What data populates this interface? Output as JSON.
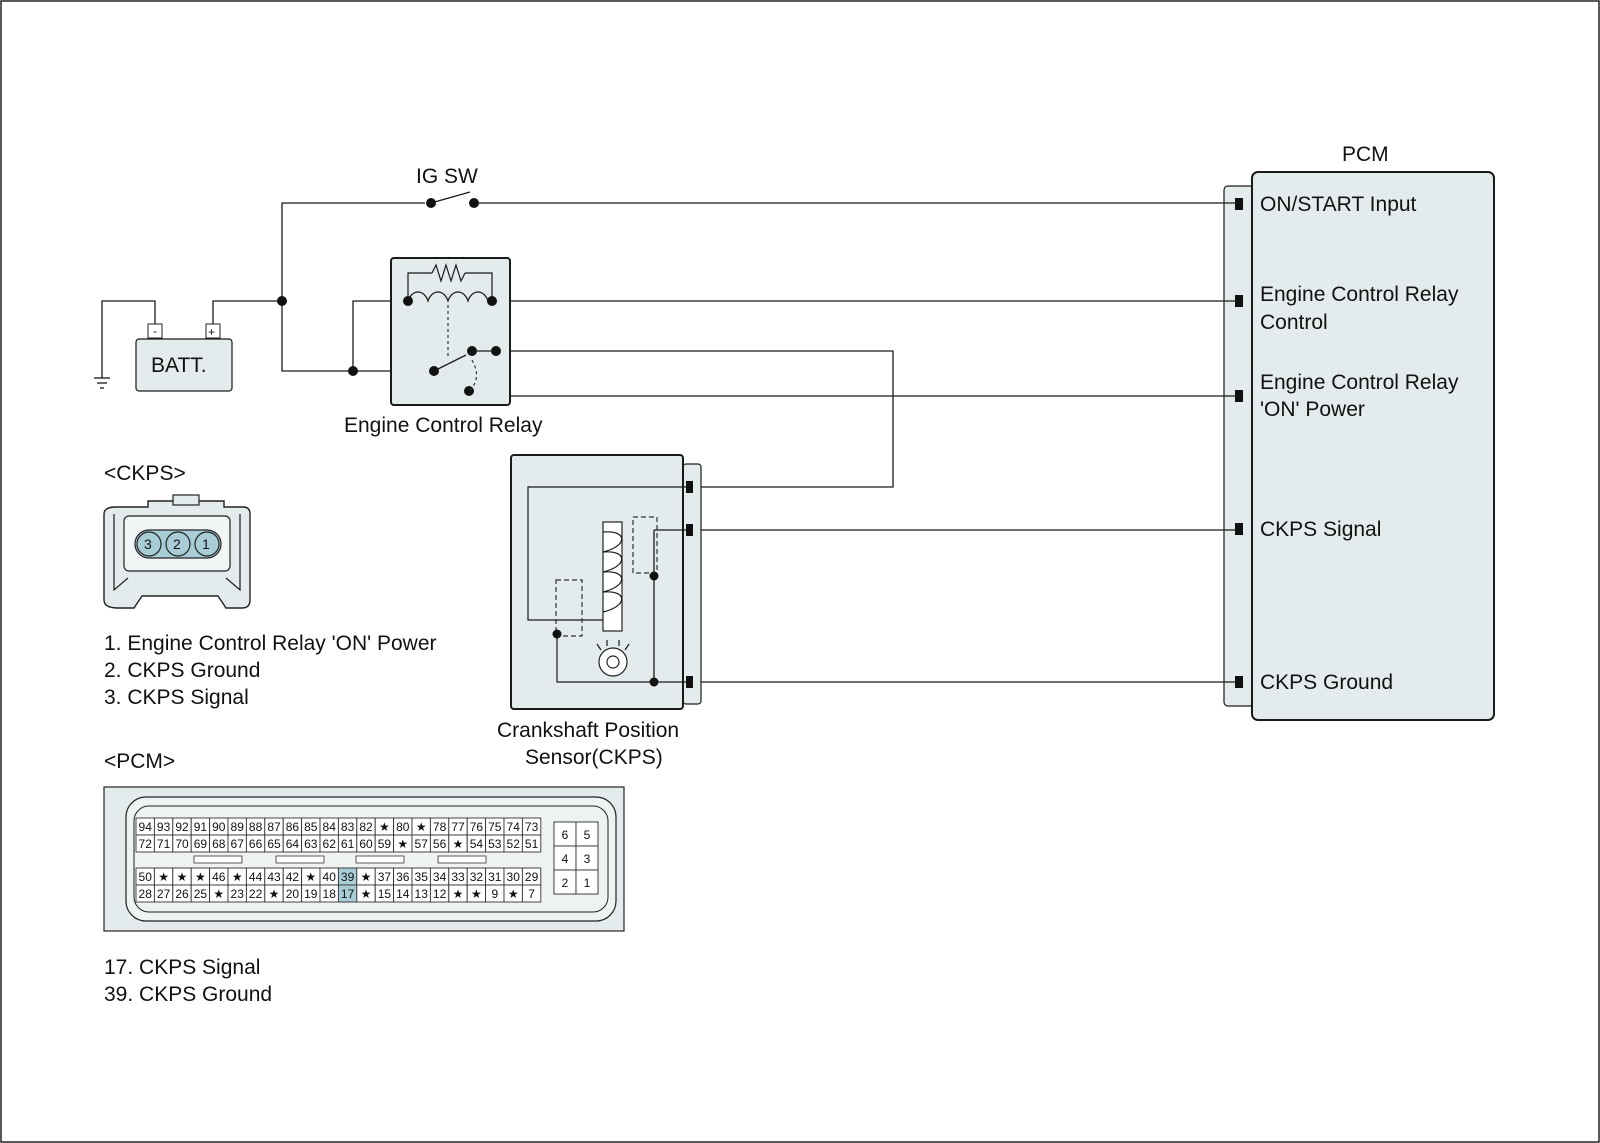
{
  "labels": {
    "pcm": "PCM",
    "ig_sw": "IG SW",
    "batt": "BATT.",
    "batt_minus": "-",
    "batt_plus": "+",
    "relay": "Engine Control Relay",
    "ckps_sensor_line1": "Crankshaft Position",
    "ckps_sensor_line2": "Sensor(CKPS)",
    "ckps_connector_title": "<CKPS>",
    "pcm_connector_title": "<PCM>"
  },
  "pcm_pins": {
    "on_start": "ON/START Input",
    "relay_control_1": "Engine Control Relay",
    "relay_control_2": "Control",
    "relay_on_1": "Engine Control Relay",
    "relay_on_2": "'ON' Power",
    "ckps_signal": "CKPS Signal",
    "ckps_ground": "CKPS Ground"
  },
  "ckps_connector": {
    "pins": [
      "3",
      "2",
      "1"
    ],
    "legend": [
      "1. Engine Control Relay 'ON' Power",
      "2. CKPS Ground",
      "3. CKPS Signal"
    ]
  },
  "pcm_connector": {
    "rows": [
      [
        "94",
        "93",
        "92",
        "91",
        "90",
        "89",
        "88",
        "87",
        "86",
        "85",
        "84",
        "83",
        "82",
        "★",
        "80",
        "★",
        "78",
        "77",
        "76",
        "75",
        "74",
        "73"
      ],
      [
        "72",
        "71",
        "70",
        "69",
        "68",
        "67",
        "66",
        "65",
        "64",
        "63",
        "62",
        "61",
        "60",
        "59",
        "★",
        "57",
        "56",
        "★",
        "54",
        "53",
        "52",
        "51"
      ],
      [
        "50",
        "★",
        "★",
        "★",
        "46",
        "★",
        "44",
        "43",
        "42",
        "★",
        "40",
        "39",
        "★",
        "37",
        "36",
        "35",
        "34",
        "33",
        "32",
        "31",
        "30",
        "29"
      ],
      [
        "28",
        "27",
        "26",
        "25",
        "★",
        "23",
        "22",
        "★",
        "20",
        "19",
        "18",
        "17",
        "★",
        "15",
        "14",
        "13",
        "12",
        "★",
        "★",
        "9",
        "★",
        "7"
      ]
    ],
    "highlighted": [
      "39",
      "17"
    ],
    "aux_pins": [
      [
        "6",
        "5"
      ],
      [
        "4",
        "3"
      ],
      [
        "2",
        "1"
      ]
    ],
    "legend": [
      "17. CKPS Signal",
      "39. CKPS Ground"
    ]
  },
  "colors": {
    "component_fill": "#e4ebec",
    "pin_highlight": "#a9cdd6",
    "wire": "#1a1a1a"
  }
}
